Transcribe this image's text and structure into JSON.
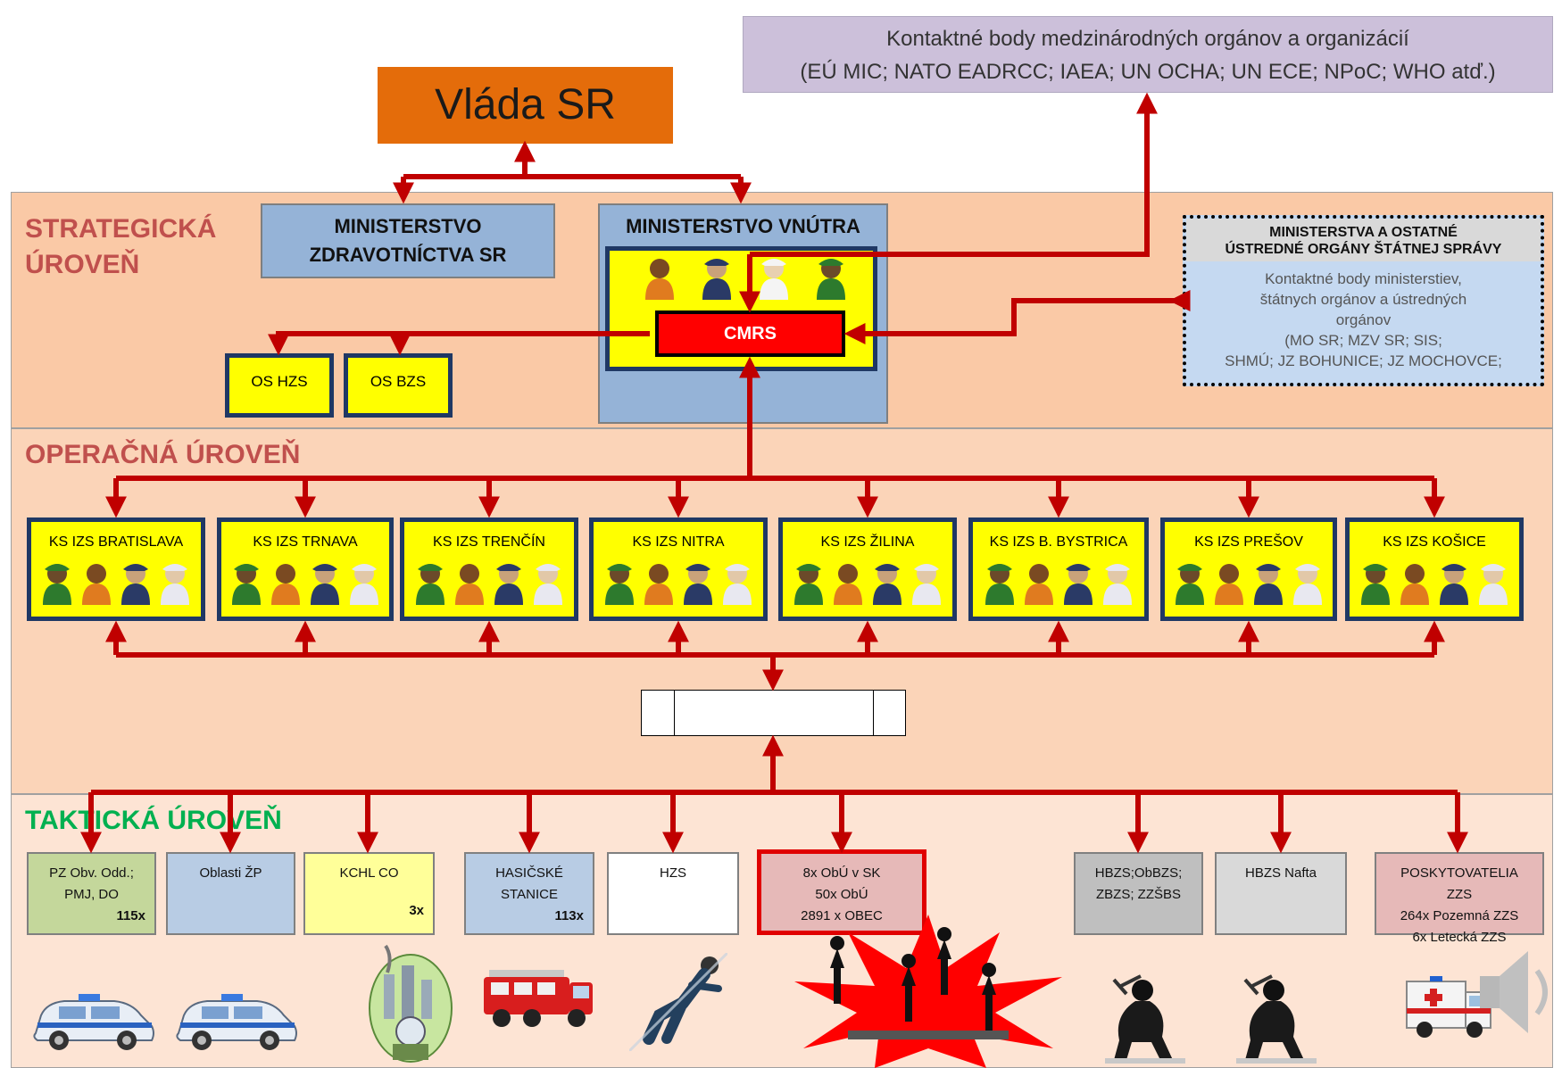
{
  "contact_box": {
    "line1": "Kontaktné body medzinárodných orgánov a organizácií",
    "line2": "(EÚ MIC; NATO EADRCC; IAEA; UN OCHA; UN ECE; NPoC; WHO atď.)"
  },
  "government": {
    "label": "Vláda SR"
  },
  "levels": {
    "strategic_line1": "STRATEGICKÁ",
    "strategic_line2": "ÚROVEŇ",
    "operational": "OPERAČNÁ ÚROVEŇ",
    "tactical": "TAKTICKÁ ÚROVEŇ"
  },
  "ministries": {
    "health_line1": "MINISTERSTVO",
    "health_line2": "ZDRAVOTNÍCTVA SR",
    "interior": "MINISTERSTVO VNÚTRA",
    "cmrs": "CMRS",
    "os_hzs": "OS HZS",
    "os_bzs": "OS BZS"
  },
  "other_ministries": {
    "title_line1": "MINISTERSTVA A OSTATNÉ",
    "title_line2": "ÚSTREDNÉ ORGÁNY ŠTÁTNEJ SPRÁVY",
    "body_lines": [
      "Kontaktné body ministerstiev,",
      "štátnych orgánov a ústredných",
      "orgánov",
      "(MO SR; MZV SR; SIS;",
      "SHMÚ; JZ BOHUNICE; JZ MOCHOVCE;"
    ]
  },
  "regional_centers": [
    "KS IZS BRATISLAVA",
    "KS IZS TRNAVA",
    "KS IZS TRENČÍN",
    "KS IZS NITRA",
    "KS IZS ŽILINA",
    "KS IZS B. BYSTRICA",
    "KS IZS PREŠOV",
    "KS IZS KOŠICE"
  ],
  "tactical_units": [
    {
      "lines": [
        "PZ Obv. Odd.;",
        "PMJ, DO"
      ],
      "count": "115x",
      "color": "#c4d79b"
    },
    {
      "lines": [
        "Oblasti ŽP"
      ],
      "count": "",
      "color": "#b8cce4"
    },
    {
      "lines": [
        "KCHL CO"
      ],
      "count": "3x",
      "color": "#ffff99"
    },
    {
      "lines": [
        "HASIČSKÉ",
        "STANICE"
      ],
      "count": "113x",
      "color": "#b8cce4"
    },
    {
      "lines": [
        "HZS"
      ],
      "count": "",
      "color": "#ffffff"
    },
    {
      "lines": [
        "8x ObÚ v SK",
        "50x ObÚ",
        "2891 x OBEC"
      ],
      "count": "",
      "color": "#e6b9b8"
    },
    {
      "lines": [
        "HBZS;ObBZS;",
        "ZBZS; ZZŠBS"
      ],
      "count": "",
      "color": "#bfbfbf"
    },
    {
      "lines": [
        "HBZS Nafta"
      ],
      "count": "",
      "color": "#d9d9d9"
    },
    {
      "lines": [
        "POSKYTOVATELIA",
        "ZZS",
        "264x Pozemná ZZS",
        "6x Letecká ZZS"
      ],
      "count": "",
      "color": "#e6b9b8"
    }
  ],
  "colors": {
    "arrow": "#c00000",
    "strategic_bg": "#fac9a6",
    "operational_bg": "#fbd4b8",
    "tactical_bg": "#fde4d4",
    "level_text": "#c0504d",
    "tactical_text": "#00b050",
    "government_bg": "#e46c0a",
    "contact_bg": "#ccc0da",
    "ministry_bg": "#95b3d7",
    "center_fill": "#ffff00",
    "center_border": "#1f3864"
  },
  "icons": [
    "person-icon",
    "police-car-icon",
    "chemical-plant-icon",
    "fire-truck-icon",
    "rescuer-icon",
    "explosion-icon",
    "miner-icon",
    "ambulance-icon",
    "speaker-icon"
  ]
}
